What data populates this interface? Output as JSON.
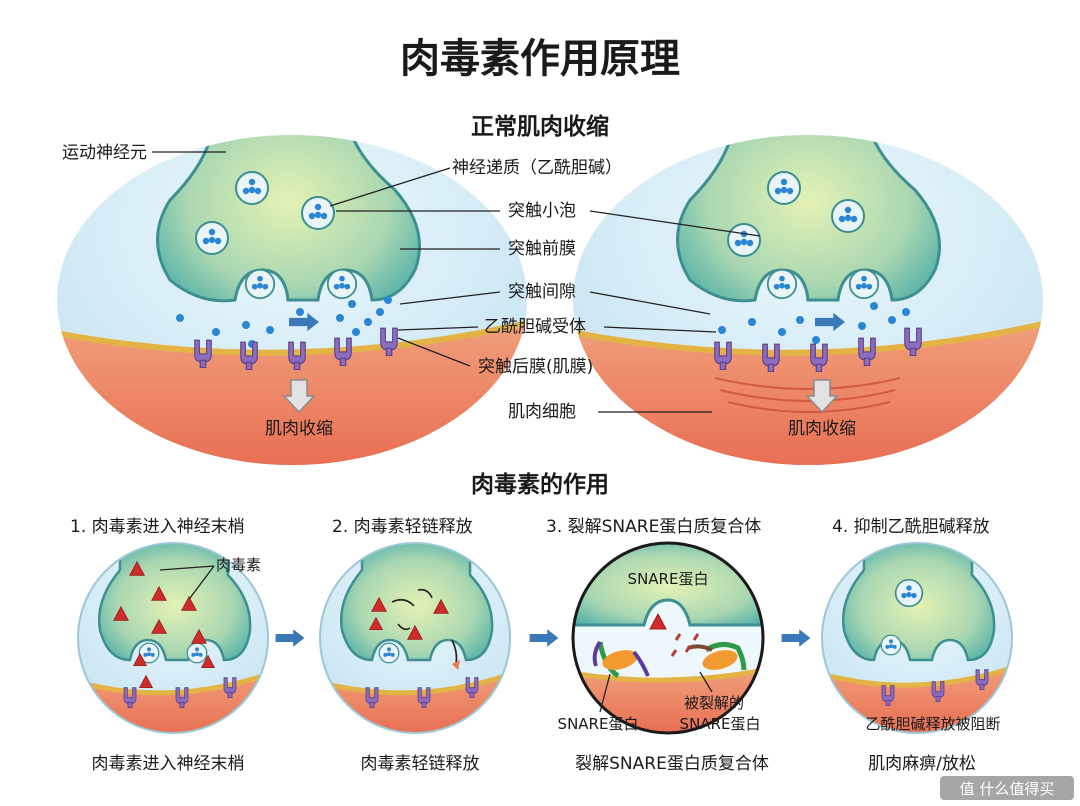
{
  "title": "肉毒素作用原理",
  "normal": {
    "heading": "正常肌肉收缩",
    "labels": {
      "motor_neuron": "运动神经元",
      "neurotransmitter": "神经递质（乙酰胆碱）",
      "vesicle": "突触小泡",
      "presynaptic": "突触前膜",
      "cleft": "突触间隙",
      "receptor": "乙酰胆碱受体",
      "postsynaptic": "突触后膜(肌膜)",
      "muscle_cell": "肌肉细胞"
    },
    "left_result": "肌肉收缩",
    "right_result": "肌肉收缩"
  },
  "botox": {
    "heading": "肉毒素的作用",
    "steps": [
      {
        "title": "1. 肉毒素进入神经末梢",
        "caption": "肉毒素进入神经末梢",
        "inner_label": "肉毒素"
      },
      {
        "title": "2. 肉毒素轻链释放",
        "caption": "肉毒素轻链释放"
      },
      {
        "title": "3. 裂解SNARE蛋白质复合体",
        "caption": "裂解SNARE蛋白质复合体",
        "inner_top": "SNARE蛋白",
        "inner_left": "SNARE蛋白",
        "inner_right_line1": "被裂解的",
        "inner_right_line2": "SNARE蛋白"
      },
      {
        "title": "4. 抑制乙酰胆碱释放",
        "caption": "肌肉麻痹/放松",
        "inner_label": "乙酰胆碱释放被阻断"
      }
    ]
  },
  "watermark": "值 什么值得买",
  "colors": {
    "neuron_light": "#d6ecb0",
    "neuron_dark": "#5eb8ad",
    "cleft": "#d4ecf5",
    "muscle": "#e06b4e",
    "receptor": "#8d6bbd",
    "vesicle": "#2a86d3",
    "toxin": "#cf2c2c",
    "arrow": "#3a78b8"
  }
}
